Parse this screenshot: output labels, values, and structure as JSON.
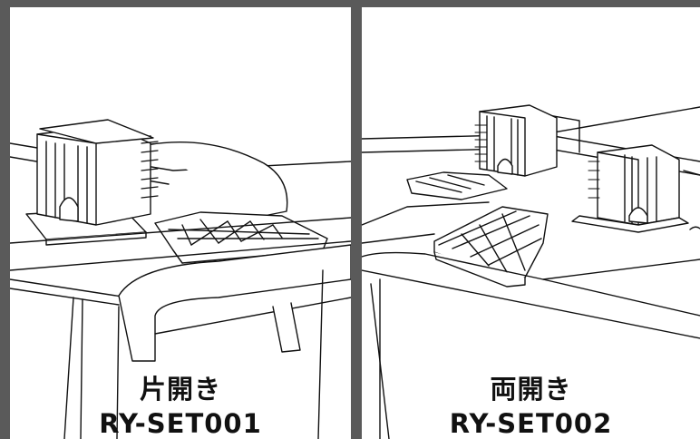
{
  "panels": [
    {
      "title_jp": "片開き",
      "model": "RY-SET001"
    },
    {
      "title_jp": "両開き",
      "model": "RY-SET002"
    }
  ],
  "colors": {
    "frame": "#5a5a5a",
    "panel_bg": "#ffffff",
    "line": "#111111"
  },
  "icons": [
    "steel-cabinet-drawing",
    "adsorption-plate-drawing",
    "stand-drawing"
  ]
}
